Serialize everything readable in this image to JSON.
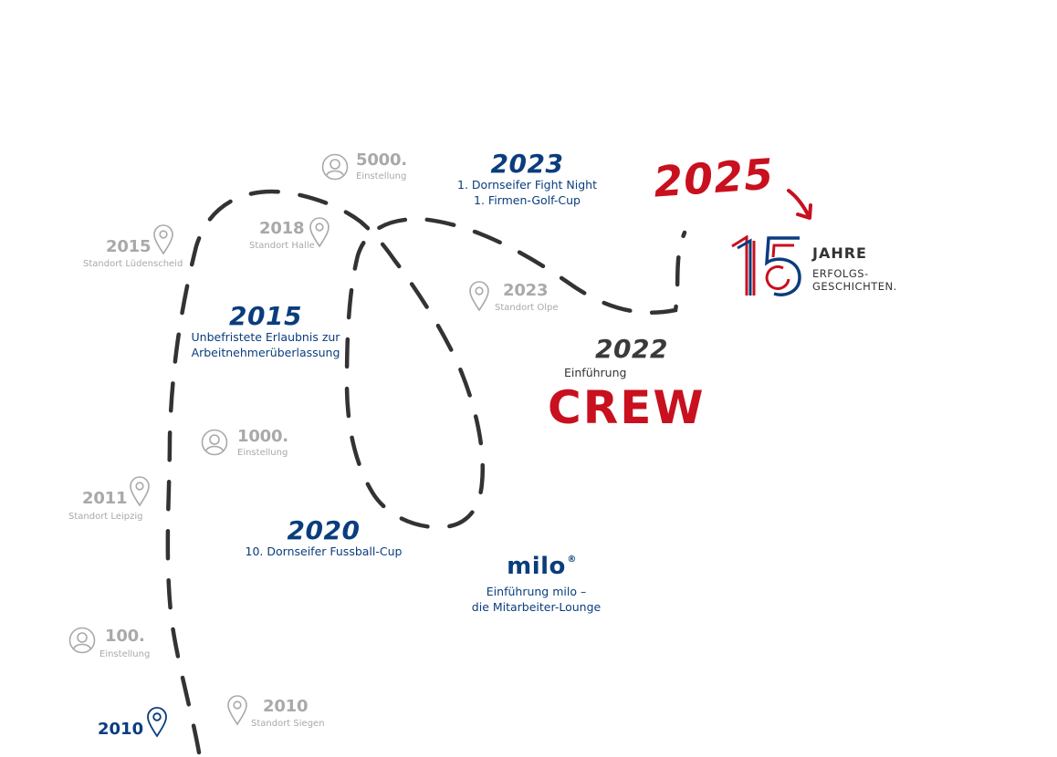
{
  "milestones": {
    "m5000": {
      "num": "5000.",
      "label": "Einstellung",
      "icon": "person-icon"
    },
    "m2018": {
      "year": "2018",
      "label": "Standort Halle",
      "icon": "pin-icon"
    },
    "m2015_loc": {
      "year": "2015",
      "label": "Standort Lüdenscheid",
      "icon": "pin-icon"
    },
    "m2023_loc": {
      "year": "2023",
      "label": "Standort Olpe",
      "icon": "pin-icon"
    },
    "m1000": {
      "num": "1000.",
      "label": "Einstellung",
      "icon": "person-icon"
    },
    "m2011": {
      "year": "2011",
      "label": "Standort Leipzig",
      "icon": "pin-icon"
    },
    "m100": {
      "num": "100.",
      "label": "Einstellung",
      "icon": "person-icon"
    },
    "m2010_loc": {
      "year": "2010",
      "label": "Standort Siegen",
      "icon": "pin-icon"
    },
    "m2010_start": {
      "year": "2010",
      "icon": "pin-icon"
    }
  },
  "events": {
    "e2023": {
      "year": "2023",
      "line1": "1. Dornseifer Fight Night",
      "line2": "1. Firmen-Golf-Cup"
    },
    "e2015": {
      "year": "2015",
      "line1": "Unbefristete Erlaubnis zur",
      "line2": "Arbeitnehmerüberlassung"
    },
    "e2020": {
      "year": "2020",
      "line1": "10. Dornseifer Fussball-Cup"
    },
    "e2022": {
      "year": "2022",
      "intro": "Einführung",
      "crew": "CREW"
    },
    "milo": {
      "logo": "milo",
      "reg": "®",
      "line1": "Einführung milo –",
      "line2": "die Mitarbeiter-Lounge"
    }
  },
  "finale": {
    "year": "2025",
    "logo_digits": "15",
    "jahre": "JAHRE",
    "line1": "ERFOLGS-",
    "line2": "GESCHICHTEN."
  },
  "colors": {
    "blue": "#0a3d7e",
    "red": "#c8101e",
    "gray": "#a9a9a9",
    "path": "#333333"
  }
}
